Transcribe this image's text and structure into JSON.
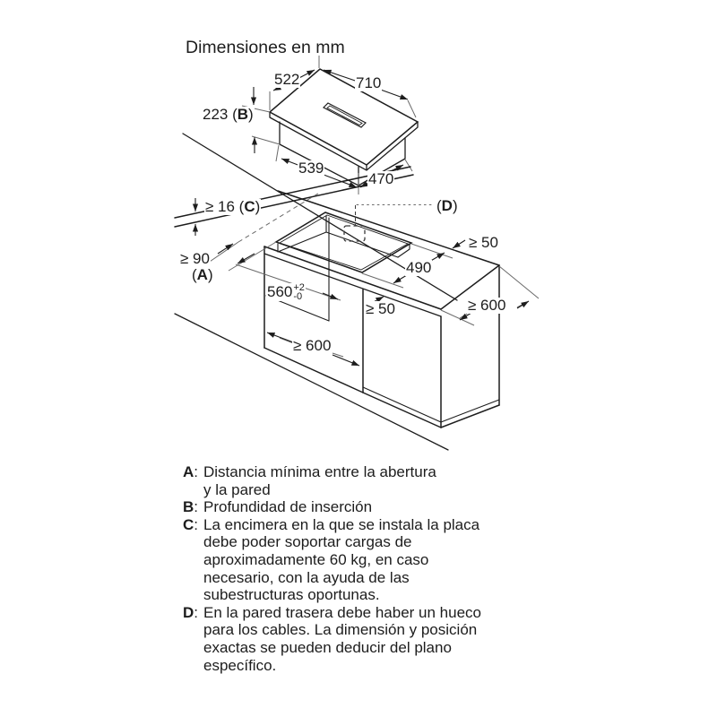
{
  "title": "Dimensiones en mm",
  "diagram": {
    "hob": {
      "top_width": "522",
      "total_width": "710",
      "insert_depth": {
        "pre": "223 (",
        "letter": "B",
        "post": ")"
      },
      "base_width": "539",
      "base_depth": "470"
    },
    "counter": {
      "worktop_thickness": {
        "pre": "≥ 16 (",
        "letter": "C",
        "post": ")"
      },
      "wall_distance_value": "≥ 90",
      "wall_distance_ref": {
        "pre": "(",
        "letter": "A",
        "post": ")"
      },
      "cable_hole_ref": {
        "pre": "(",
        "letter": "D",
        "post": ")"
      },
      "cutout_width": {
        "value": "560",
        "sup": "+2",
        "sub": "-0"
      },
      "cutout_depth": "490",
      "back_clearance": "≥ 50",
      "front_clearance": "≥ 50",
      "cabinet_interior_width": "≥ 600",
      "worktop_depth": "≥ 600"
    }
  },
  "legend": [
    {
      "letter": "A",
      "separator": ": ",
      "lines": [
        "Distancia mínima entre la abertura",
        "y la pared"
      ]
    },
    {
      "letter": "B",
      "separator": ": ",
      "lines": [
        "Profundidad de inserción"
      ]
    },
    {
      "letter": "C",
      "separator": ": ",
      "lines": [
        "La encimera en la que se instala la placa",
        "debe poder soportar cargas de",
        "aproximadamente 60 kg, en caso",
        "necesario, con la ayuda de las",
        "subestructuras oportunas."
      ]
    },
    {
      "letter": "D",
      "separator": ": ",
      "lines": [
        "En la pared trasera debe haber un hueco",
        "para los cables. La dimensión y posición",
        "exactas se pueden deducir del plano",
        "específico."
      ]
    }
  ]
}
